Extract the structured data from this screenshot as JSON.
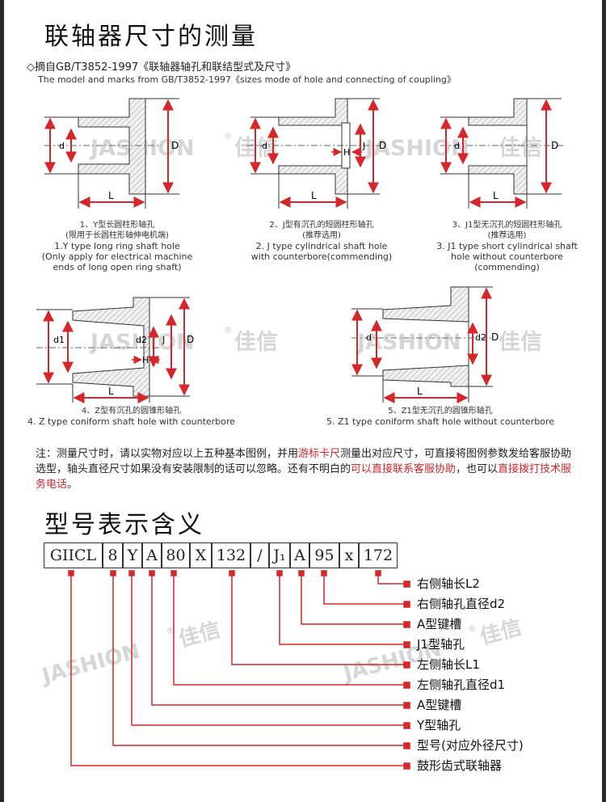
{
  "titles": {
    "measurement": "联轴器尺寸的测量",
    "model_meaning": "型号表示含义"
  },
  "source": {
    "cn": "◇摘自GB/T3852-1997《联轴器轴孔和联结型式及尺寸》",
    "en": "The model and marks from GB/T3852-1997《sizes mode of hole and connecting of coupling》"
  },
  "watermark": {
    "text": "JASHION",
    "cn": "佳信",
    "reg": "®"
  },
  "dims": {
    "d": "d",
    "D": "D",
    "L": "L",
    "H": "H",
    "J": "J",
    "d1": "d1",
    "d2": "d2"
  },
  "captions": {
    "y": {
      "cn1": "1、Y型长圆柱形轴孔",
      "cn2": "(限用于长圆柱形轴伸电机端)",
      "en1": "1.Y type long ring shaft hole",
      "en2": "(Only apply for electrical machine",
      "en3": "ends of long open ring shaft)"
    },
    "j": {
      "cn1": "2、J型有沉孔的短圆柱形轴孔",
      "cn2": "(推荐选用)",
      "en1": "2.  J type cylindrical shaft hole",
      "en2": "with counterbore(commending)"
    },
    "j1": {
      "cn1": "3、J1型无沉孔的短圆柱形轴孔",
      "cn2": "(推荐选用)",
      "en1": "3.  J1 type short cylindrical shaft",
      "en2": "hole without counterbore",
      "en3": "(commending)"
    },
    "z": {
      "cn1": "4、Z型有沉孔的圆锥形轴孔",
      "en1": "4. Z type coniform shaft hole with counterbore"
    },
    "z1": {
      "cn1": "5、Z1型无沉孔的圆锥形轴孔",
      "en1": "5.  Z1 type coniform shaft hole without counterbore"
    }
  },
  "note": {
    "p1": "注：测量尺寸时，请以实物对应以上五种基本图例，并用",
    "h1": "游标卡尺",
    "p2": "测量出对应尺寸，可直接将图例参数发给客服协助选型，轴头直径尺寸如果没有安装限制的话可以忽略。还有不明白的",
    "h2": "可以直接联系客服协助",
    "p3": "，也可以",
    "h3": "直接拨打技术服务电话",
    "p4": "。"
  },
  "model_code": [
    "GIICL",
    "8",
    "Y",
    "A",
    "80",
    "X",
    "132",
    "/",
    "J₁",
    "A",
    "95",
    "x",
    "172"
  ],
  "legend": [
    "右侧轴长L2",
    "右侧轴孔直径d2",
    "A型键槽",
    "J1型轴孔",
    "左侧轴长L1",
    "左侧轴孔直径d1",
    "A型键槽",
    "Y型轴孔",
    "型号(对应外径尺寸)",
    "鼓形齿式联轴器"
  ],
  "colors": {
    "accent": "#d6262a",
    "line": "#333333",
    "hatch": "#aaaaaa"
  }
}
